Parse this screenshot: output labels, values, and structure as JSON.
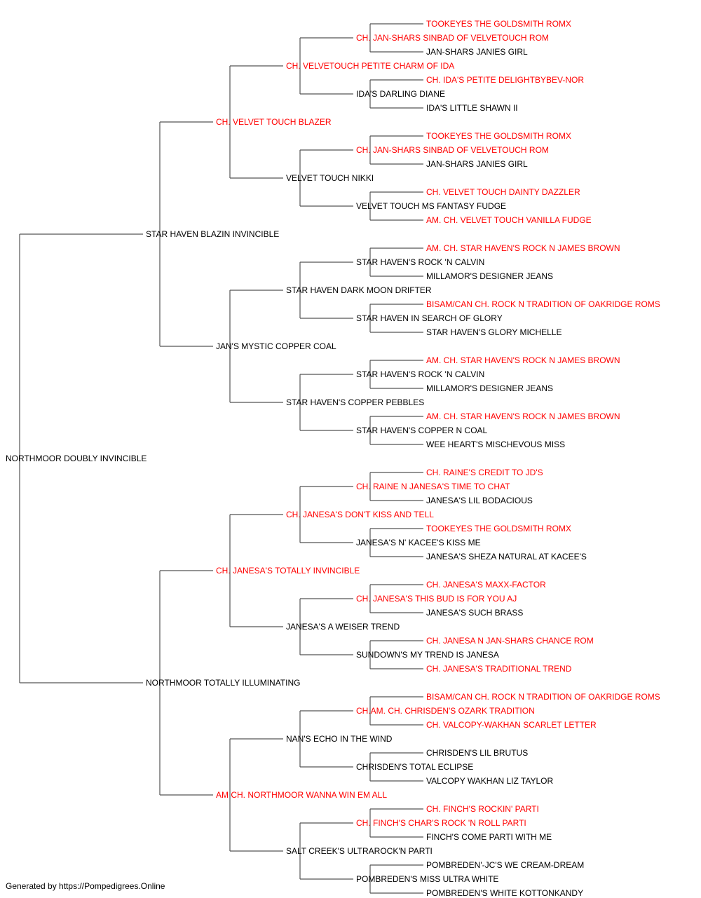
{
  "colors": {
    "champion": "#ff0000",
    "regular": "#000000",
    "line": "#555555"
  },
  "pedigree": {
    "name": "NORTHMOOR DOUBLY INVINCIBLE",
    "champion": false,
    "sire": {
      "name": "STAR HAVEN BLAZIN INVINCIBLE",
      "champion": false,
      "sire": {
        "name": "CH. VELVET TOUCH BLAZER",
        "champion": true,
        "sire": {
          "name": "CH. VELVETOUCH PETITE CHARM OF IDA",
          "champion": true,
          "sire": {
            "name": "CH. JAN-SHARS SINBAD OF VELVETOUCH ROM",
            "champion": true,
            "sire": {
              "name": "TOOKEYES THE GOLDSMITH ROMX",
              "champion": true
            },
            "dam": {
              "name": "JAN-SHARS JANIES GIRL",
              "champion": false
            }
          },
          "dam": {
            "name": "IDA'S DARLING DIANE",
            "champion": false,
            "sire": {
              "name": "CH. IDA'S PETITE DELIGHTBYBEV-NOR",
              "champion": true
            },
            "dam": {
              "name": "IDA'S LITTLE SHAWN II",
              "champion": false
            }
          }
        },
        "dam": {
          "name": "VELVET TOUCH NIKKI",
          "champion": false,
          "sire": {
            "name": "CH. JAN-SHARS SINBAD OF VELVETOUCH ROM",
            "champion": true,
            "sire": {
              "name": "TOOKEYES THE GOLDSMITH ROMX",
              "champion": true
            },
            "dam": {
              "name": "JAN-SHARS JANIES GIRL",
              "champion": false
            }
          },
          "dam": {
            "name": "VELVET TOUCH MS FANTASY FUDGE",
            "champion": false,
            "sire": {
              "name": "CH. VELVET TOUCH DAINTY DAZZLER",
              "champion": true
            },
            "dam": {
              "name": "AM. CH. VELVET TOUCH VANILLA FUDGE",
              "champion": true
            }
          }
        }
      },
      "dam": {
        "name": "JAN'S MYSTIC COPPER COAL",
        "champion": false,
        "sire": {
          "name": "STAR HAVEN DARK MOON DRIFTER",
          "champion": false,
          "sire": {
            "name": "STAR HAVEN'S ROCK 'N CALVIN",
            "champion": false,
            "sire": {
              "name": "AM. CH. STAR HAVEN'S ROCK N JAMES BROWN",
              "champion": true
            },
            "dam": {
              "name": "MILLAMOR'S DESIGNER JEANS",
              "champion": false
            }
          },
          "dam": {
            "name": "STAR HAVEN IN SEARCH OF GLORY",
            "champion": false,
            "sire": {
              "name": "BISAM/CAN CH. ROCK N TRADITION OF OAKRIDGE ROMS",
              "champion": true
            },
            "dam": {
              "name": "STAR HAVEN'S GLORY MICHELLE",
              "champion": false
            }
          }
        },
        "dam": {
          "name": "STAR HAVEN'S COPPER PEBBLES",
          "champion": false,
          "sire": {
            "name": "STAR HAVEN'S ROCK 'N CALVIN",
            "champion": false,
            "sire": {
              "name": "AM. CH. STAR HAVEN'S ROCK N JAMES BROWN",
              "champion": true
            },
            "dam": {
              "name": "MILLAMOR'S DESIGNER JEANS",
              "champion": false
            }
          },
          "dam": {
            "name": "STAR HAVEN'S COPPER N COAL",
            "champion": false,
            "sire": {
              "name": "AM. CH. STAR HAVEN'S ROCK N JAMES BROWN",
              "champion": true
            },
            "dam": {
              "name": "WEE HEART'S MISCHEVOUS MISS",
              "champion": false
            }
          }
        }
      }
    },
    "dam": {
      "name": "NORTHMOOR TOTALLY ILLUMINATING",
      "champion": false,
      "sire": {
        "name": "CH. JANESA'S TOTALLY INVINCIBLE",
        "champion": true,
        "sire": {
          "name": "CH. JANESA'S DON'T KISS AND TELL",
          "champion": true,
          "sire": {
            "name": "CH. RAINE N JANESA'S TIME TO CHAT",
            "champion": true,
            "sire": {
              "name": "CH. RAINE'S CREDIT TO JD'S",
              "champion": true
            },
            "dam": {
              "name": "JANESA'S LIL BODACIOUS",
              "champion": false
            }
          },
          "dam": {
            "name": "JANESA'S N' KACEE'S KISS ME",
            "champion": false,
            "sire": {
              "name": "TOOKEYES THE GOLDSMITH ROMX",
              "champion": true
            },
            "dam": {
              "name": "JANESA'S SHEZA NATURAL AT KACEE'S",
              "champion": false
            }
          }
        },
        "dam": {
          "name": "JANESA'S A WEISER TREND",
          "champion": false,
          "sire": {
            "name": "CH. JANESA'S THIS BUD IS FOR YOU AJ",
            "champion": true,
            "sire": {
              "name": "CH. JANESA'S MAXX-FACTOR",
              "champion": true
            },
            "dam": {
              "name": "JANESA'S SUCH BRASS",
              "champion": false
            }
          },
          "dam": {
            "name": "SUNDOWN'S MY TREND IS JANESA",
            "champion": false,
            "sire": {
              "name": "CH. JANESA N JAN-SHARS CHANCE ROM",
              "champion": true
            },
            "dam": {
              "name": "CH. JANESA'S TRADITIONAL TREND",
              "champion": true
            }
          }
        }
      },
      "dam": {
        "name": "AM CH. NORTHMOOR WANNA WIN EM ALL",
        "champion": true,
        "sire": {
          "name": "NAN'S ECHO IN THE WIND",
          "champion": false,
          "sire": {
            "name": "CH.AM. CH. CHRISDEN'S OZARK TRADITION",
            "champion": true,
            "sire": {
              "name": "BISAM/CAN CH. ROCK N TRADITION OF OAKRIDGE ROMS",
              "champion": true
            },
            "dam": {
              "name": "CH. VALCOPY-WAKHAN SCARLET LETTER",
              "champion": true
            }
          },
          "dam": {
            "name": "CHRISDEN'S TOTAL ECLIPSE",
            "champion": false,
            "sire": {
              "name": "CHRISDEN'S LIL BRUTUS",
              "champion": false
            },
            "dam": {
              "name": "VALCOPY WAKHAN LIZ TAYLOR",
              "champion": false
            }
          }
        },
        "dam": {
          "name": "SALT CREEK'S ULTRAROCK'N PARTI",
          "champion": false,
          "sire": {
            "name": "CH. FINCH'S CHAR'S ROCK 'N ROLL PARTI",
            "champion": true,
            "sire": {
              "name": "CH. FINCH'S ROCKIN' PARTI",
              "champion": true
            },
            "dam": {
              "name": "FINCH'S COME PARTI WITH ME",
              "champion": false
            }
          },
          "dam": {
            "name": "POMBREDEN'S MISS ULTRA WHITE",
            "champion": false,
            "sire": {
              "name": "POMBREDEN'-JC'S WE CREAM-DREAM",
              "champion": false
            },
            "dam": {
              "name": "POMBREDEN'S WHITE KOTTONKANDY",
              "champion": false
            }
          }
        }
      }
    }
  },
  "footer": "Generated by https://Pompedigrees.Online"
}
